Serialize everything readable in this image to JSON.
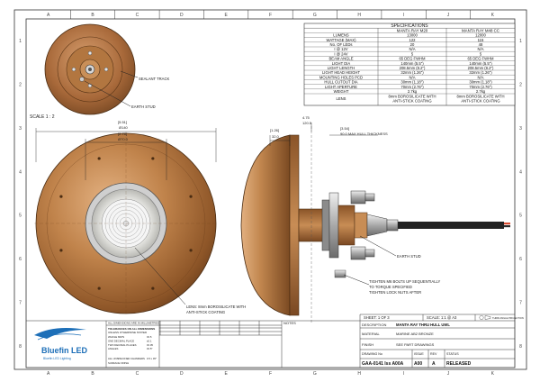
{
  "grid": {
    "columns": [
      "A",
      "B",
      "C",
      "D",
      "E",
      "F",
      "G",
      "H",
      "I",
      "J",
      "K"
    ],
    "rows": [
      "1",
      "2",
      "3",
      "4",
      "5",
      "6",
      "7",
      "8"
    ]
  },
  "specs": {
    "title": "SPECIFICATIONS",
    "col1": "MANTA RAY M20",
    "col2": "MANTA RAY M48 CC",
    "rows": [
      {
        "label": "LUMENS",
        "a": "13000",
        "b": "12000"
      },
      {
        "label": "WATTAGE (MAX)",
        "a": "122",
        "b": "115"
      },
      {
        "label": "No. OF LEDs",
        "a": "20",
        "b": "48"
      },
      {
        "label": "I @ 12V",
        "a": "N/A",
        "b": "N/A"
      },
      {
        "label": "I @ 24V",
        "a": "5",
        "b": "5"
      },
      {
        "label": "BEAM ANGLE",
        "a": "65 DEG FWHM",
        "b": "65 DEG FWHM"
      },
      {
        "label": "LIGHT DIA",
        "a": "140mm (5.5\")",
        "b": "140mm (5.5\")"
      },
      {
        "label": "LIGHT LENGTH",
        "a": "208.5mm (8.2\")",
        "b": "208.5mm (8.2\")"
      },
      {
        "label": "LIGHT HEAD HEIGHT",
        "a": "32mm (1.26\")",
        "b": "32mm (1.26\")"
      },
      {
        "label": "MOUNTING HOLES PCD",
        "a": "N/A",
        "b": "N/A"
      },
      {
        "label": "HULL CUTOUT DIA",
        "a": "30mm (1.18\")",
        "b": "30mm (1.18\")"
      },
      {
        "label": "LIGHT APERTURE",
        "a": "70mm (2.76\")",
        "b": "70mm (2.76\")"
      },
      {
        "label": "WEIGHT",
        "a": "2.7kg",
        "b": "2.7kg"
      }
    ],
    "lens_label": "LENS",
    "lens_a1": "8mm BOROSILICATE WITH",
    "lens_a2": "ANTI-STICK COATING",
    "lens_b1": "8mm BOROSILICATE WITH",
    "lens_b2": "ANTI-STICK COATING"
  },
  "annotations": {
    "sealant_track": "SEALANT TRACK",
    "earth_stud": "EARTH STUD",
    "scale": "SCALE 1 : 2",
    "dim_551": "[5.51]",
    "dim_140": "Ø140",
    "dim_276": "[2.76]",
    "dim_070": "Ø70.0",
    "dim_126": "[1.26]",
    "dim_32": "32.0",
    "dim_475": "4.75",
    "dim_1205": "120.5",
    "dim_354": "[3.54]",
    "dim_max": "90.0  MAX HULL THICKNESS",
    "lens_note1": "LENS: 8mm BOROSILICATE WITH",
    "lens_note2": "ANTI-STICK COATING",
    "earth_stud_side": "EARTH STUD",
    "tighten1": "TIGHTEN M6 BOLTS UP SEQUENTIALLY",
    "tighten2": "TO TORQUE SPECIFIED",
    "tighten3": "TIGHTEN LOCK NUTS AFTER"
  },
  "titleblock": {
    "brand": "Bluefin LED",
    "brand_sub": "Bluefin LED Lighting",
    "dims_note": "ALL DIMENSIONS ARE IN MILLIMETRES",
    "tol_title": "TOLERANCES ON ALL DIMENSIONS",
    "tol_sub": "UNLESS OTHERWISE STATED",
    "tol_rows": [
      {
        "label": "WHOLE MM'S",
        "val": "±0.5"
      },
      {
        "label": "ONE DECIMAL PLACE",
        "val": "±0.1"
      },
      {
        "label": "TWO DECIMAL PLACES",
        "val": "±0.05"
      },
      {
        "label": "ANGLES",
        "val": "±0.5°"
      }
    ],
    "finish_note": "ALL UNSPECIFIED CHAMFERS",
    "finish_val": "0.5 x 45°",
    "surface_note": "SURFACE FINISH",
    "notes_label": "NOTES",
    "sheet": "SHEET: 1 OF 3",
    "scale": "SCALE: 1:1 @ A3",
    "projection": "THIRD ANGLE PROJECTION",
    "description_label": "DESCRIPTION",
    "description": "MANTA RAY THRU HULL UWL",
    "material_label": "MATERIAL",
    "material": "MARINE AB2 BRONZE",
    "finish_label": "FINISH",
    "finish": "SEE PART DRAWINGS",
    "drawing_label": "DRAWING No",
    "drawing_no": "GAA-0141 Iss A00A",
    "issue_label": "ISSUE",
    "issue": "A00",
    "rev_label": "REV",
    "rev": "A",
    "status_label": "STATUS",
    "status": "RELEASED"
  },
  "colors": {
    "bronze_dark": "#7a4a22",
    "bronze": "#b87a44",
    "bronze_light": "#d9a874",
    "lens": "#e9e9e4",
    "accent_blue": "#1d6fb8"
  }
}
